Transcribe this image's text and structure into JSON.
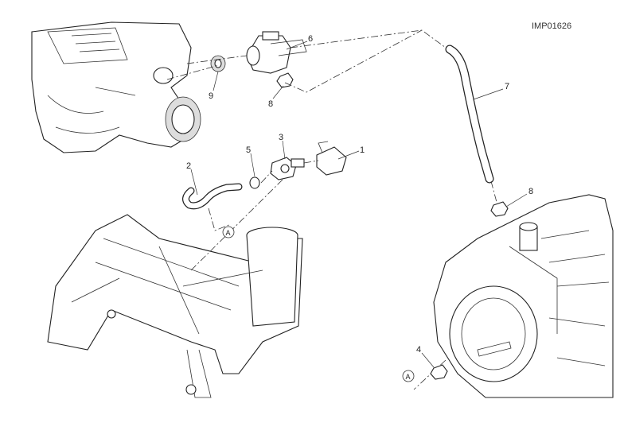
{
  "diagram": {
    "code": "IMP01626",
    "labels": {
      "p1": "1",
      "p2": "2",
      "p3": "3",
      "p4": "4",
      "p5": "5",
      "p6": "6",
      "p7": "7",
      "p8a": "8",
      "p8b": "8",
      "p9": "9",
      "refA1": "A",
      "refA2": "A"
    }
  }
}
